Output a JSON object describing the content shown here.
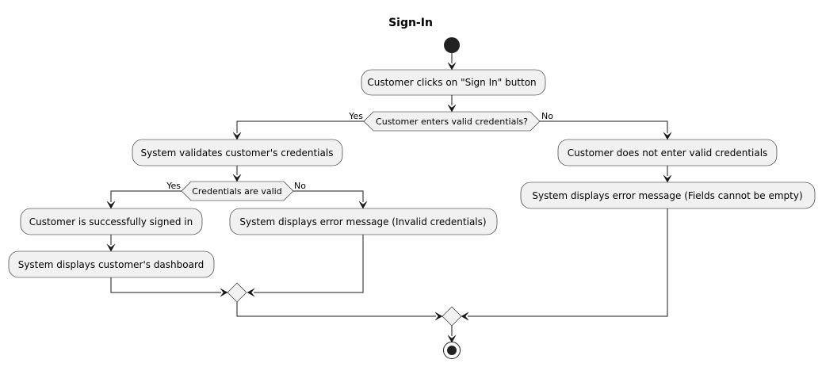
{
  "diagram": {
    "title": "Sign-In",
    "nodes": {
      "click_sign_in": "Customer clicks on \"Sign In\" button",
      "validate": "System validates customer's credentials",
      "signed_in": "Customer is successfully signed in",
      "dashboard": "System displays customer's dashboard",
      "error_invalid": "System displays error message (Invalid credentials)",
      "not_valid": "Customer does not enter valid credentials",
      "error_empty": "System displays error message (Fields cannot be empty)"
    },
    "conditions": {
      "valid_credentials": "Customer enters valid credentials?",
      "credentials_valid": "Credentials are valid"
    },
    "branches": {
      "outer_yes": "Yes",
      "outer_no": "No",
      "inner_yes": "Yes",
      "inner_no": "No"
    }
  },
  "colors": {
    "node_fill": "#f1f1f1",
    "stroke": "#181818",
    "start_end": "#222222"
  }
}
